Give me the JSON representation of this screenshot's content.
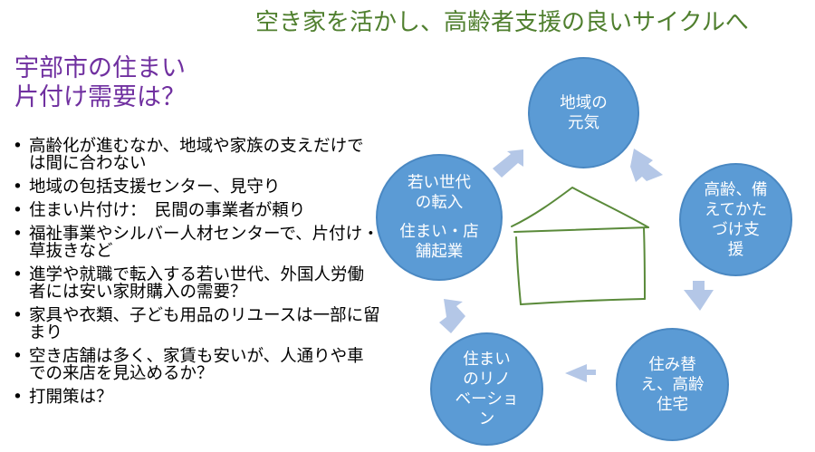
{
  "slide": {
    "title": "空き家を活かし、高齢者支援の良いサイクルへ",
    "heading_lines": [
      "宇部市の住まい",
      "片付け需要は？"
    ],
    "bullets": [
      "高齢化が進むなか、地域や家族の支えだけでは間に合わない",
      "地域の包括支援センター、見守り",
      "住まい片付け：　民間の事業者が頼り",
      "福祉事業やシルバー人材センターで、片付け・草抜きなど",
      "進学や就職で転入する若い世代、外国人労働者には安い家財購入の需要？",
      "家具や衣類、子ども用品のリユースは一部に留まり",
      "空き店舗は多く、家賃も安いが、人通りや車での来店を見込めるか？",
      "打開策は？"
    ]
  },
  "cycle": {
    "node_color": "#5b9bd5",
    "arrow_color": "#b4c7e7",
    "house_color": "#5a8a3a",
    "nodes": [
      {
        "lines": [
          "地域の",
          "元気"
        ]
      },
      {
        "lines": [
          "高齢、備",
          "えてかた",
          "づけ支",
          "援"
        ]
      },
      {
        "lines": [
          "住み替",
          "え、高齢",
          "住宅"
        ]
      },
      {
        "lines": [
          "住まい",
          "のリノ",
          "ベーショ",
          "ン"
        ]
      },
      {
        "lines": [
          "若い世代",
          "の転入"
        ],
        "sub_lines": [
          "住まい・店",
          "舗起業"
        ]
      }
    ]
  }
}
